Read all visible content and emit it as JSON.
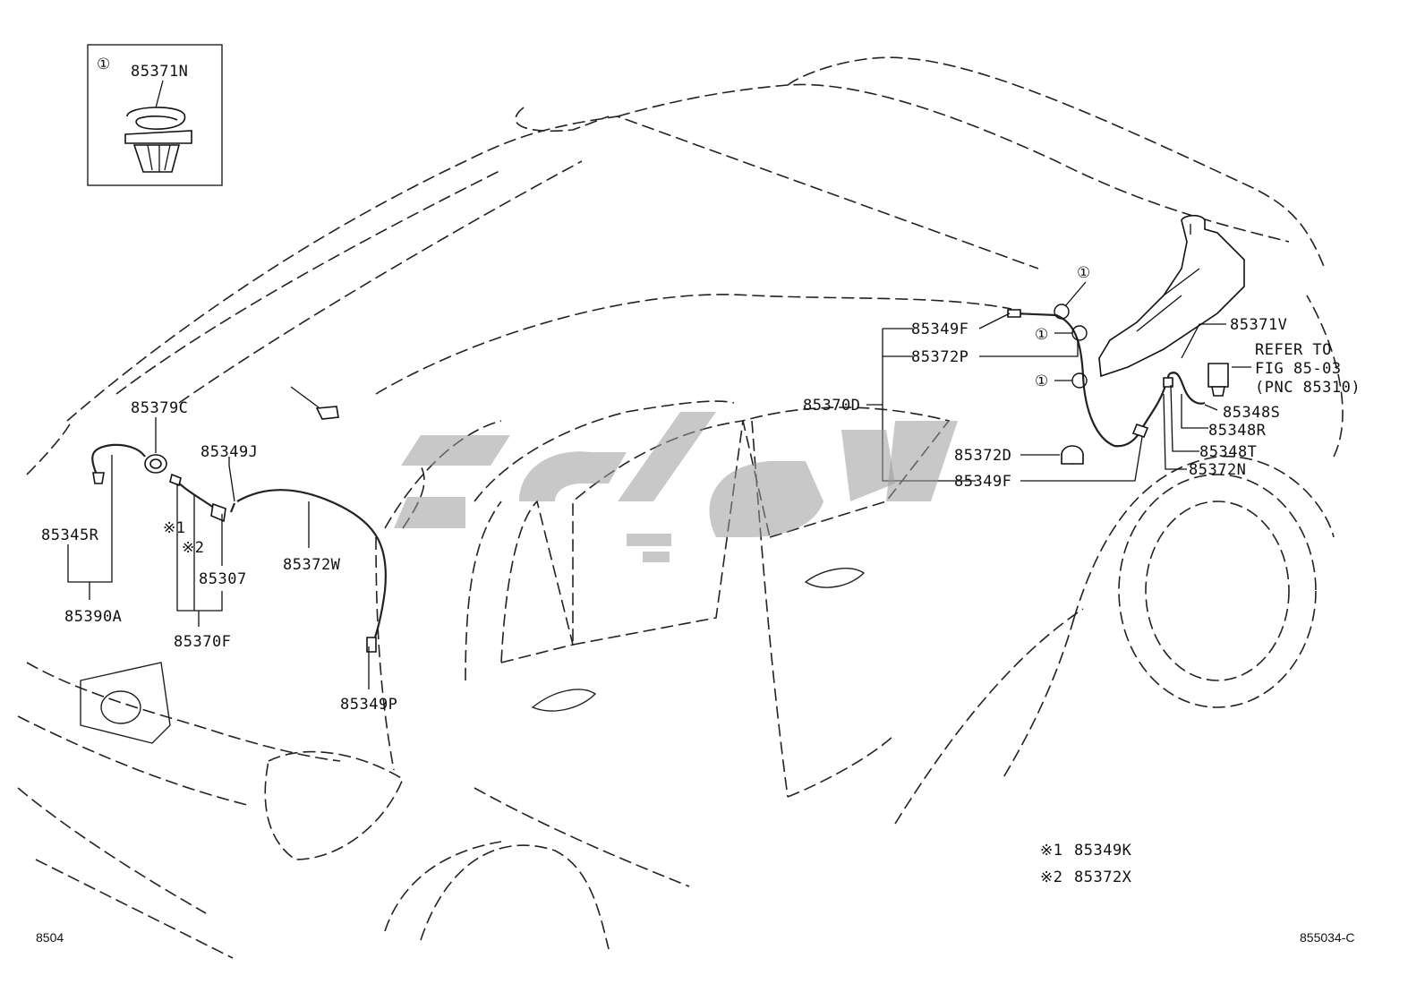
{
  "inset": {
    "marker": "①",
    "part_number": "85371N"
  },
  "callouts": {
    "p85379C": "85379C",
    "p85349J": "85349J",
    "p85345R": "85345R",
    "p85390A": "85390A",
    "p85307": "85307",
    "p85370F": "85370F",
    "p85372W": "85372W",
    "p85349P": "85349P",
    "p85349F_top": "85349F",
    "p85372P": "85372P",
    "p85370D": "85370D",
    "p85372D": "85372D",
    "p85349F_bottom": "85349F",
    "p85371V": "85371V",
    "p85348S": "85348S",
    "p85348R": "85348R",
    "p85348T": "85348T",
    "p85372N": "85372N",
    "mark1_label": "※1",
    "mark2_label": "※2",
    "circled_one_a": "①",
    "circled_one_b": "①",
    "circled_one_c": "①"
  },
  "refer_note": {
    "line1": "REFER TO",
    "line2": "FIG 85-03",
    "line3": "(PNC 85310)"
  },
  "legend": [
    {
      "mark": "※1",
      "part": "85349K"
    },
    {
      "mark": "※2",
      "part": "85372X"
    }
  ],
  "footer": {
    "left_code": "8504",
    "right_code": "855034-C"
  }
}
